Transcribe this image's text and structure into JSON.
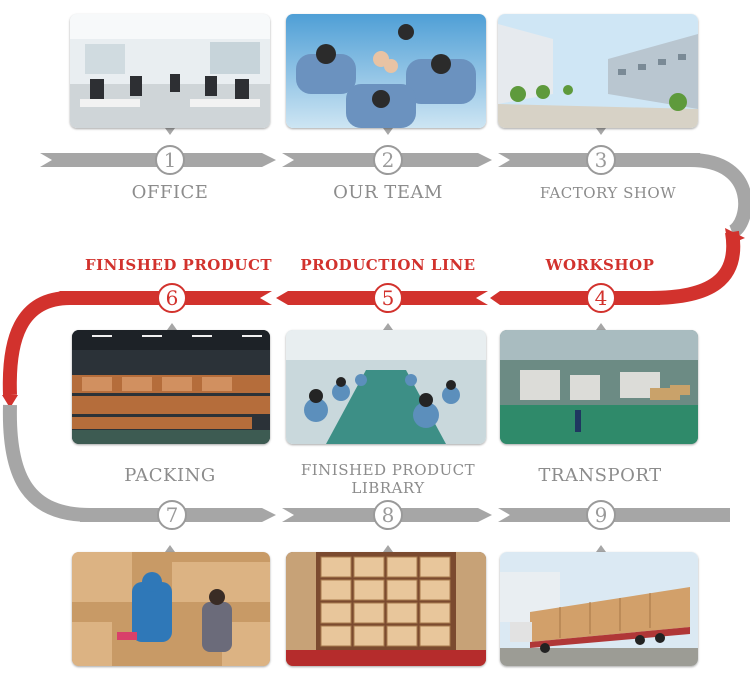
{
  "steps": [
    {
      "number": "1",
      "label": "OFFICE",
      "photo": "office-photo"
    },
    {
      "number": "2",
      "label": "OUR TEAM",
      "photo": "team-photo"
    },
    {
      "number": "3",
      "label": "FACTORY SHOW",
      "photo": "factory-exterior-photo"
    },
    {
      "number": "4",
      "label": "WORKSHOP",
      "photo": "workshop-photo"
    },
    {
      "number": "5",
      "label": "PRODUCTION LINE",
      "photo": "production-line-photo"
    },
    {
      "number": "6",
      "label": "FINISHED PRODUCT",
      "photo": "finished-product-photo"
    },
    {
      "number": "7",
      "label": "PACKING",
      "photo": "packing-photo"
    },
    {
      "number": "8",
      "label_line1": "FINISHED PRODUCT",
      "label_line2": "LIBRARY",
      "photo": "warehouse-photo"
    },
    {
      "number": "9",
      "label": "TRANSPORT",
      "photo": "truck-photo"
    }
  ],
  "colors": {
    "grey_track": "#a6a6a6",
    "red_track": "#d2322d",
    "grey_text": "#8c8c8c",
    "red_text": "#d2322d"
  }
}
